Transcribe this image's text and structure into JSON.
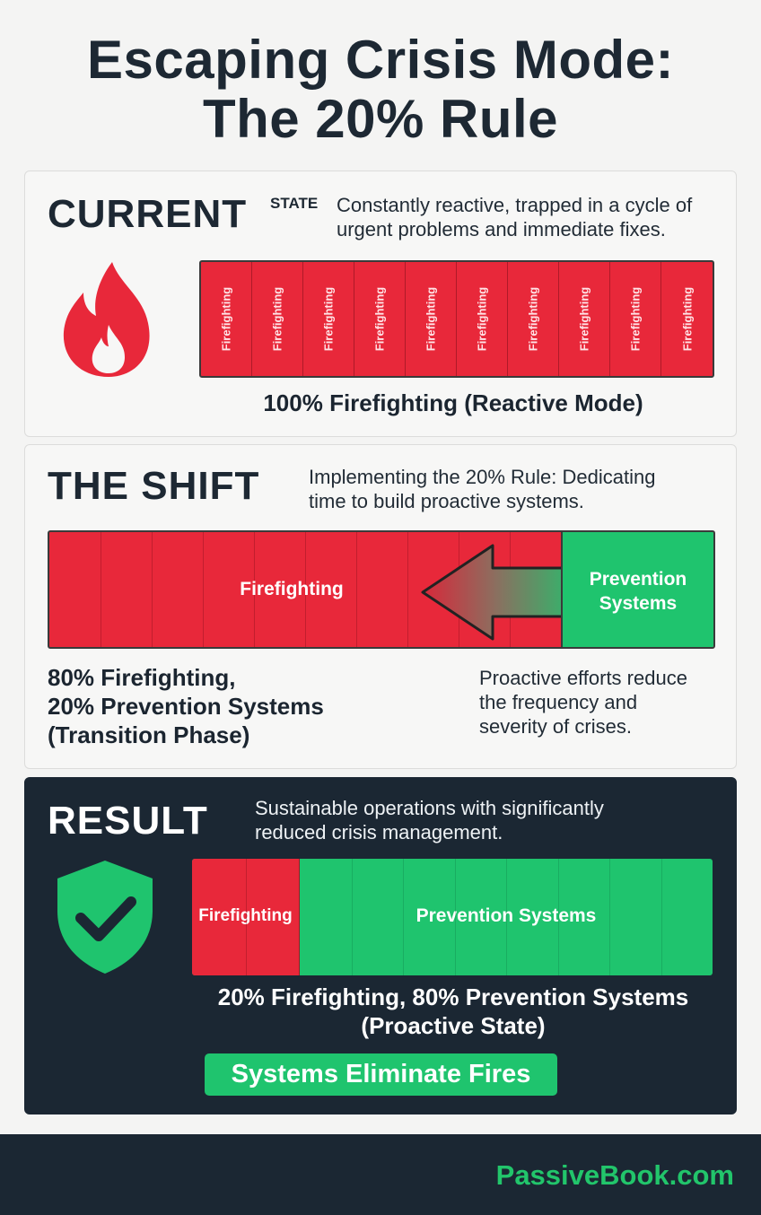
{
  "title_line1": "Escaping Crisis Mode:",
  "title_line2": "The 20% Rule",
  "current": {
    "heading": "CURRENT",
    "heading_sup": "STATE",
    "desc_line1": "Constantly reactive, trapped in a cycle of",
    "desc_line2": "urgent problems and immediate fixes.",
    "segment_label": "Firefighting",
    "segment_count": 10,
    "caption": "100% Firefighting (Reactive Mode)",
    "icon": "fire-icon"
  },
  "shift": {
    "heading": "THE SHIFT",
    "desc_line1": "Implementing the 20% Rule: Dedicating",
    "desc_line2": "time to build proactive systems.",
    "bar_left_label": "Firefighting",
    "bar_right_line1": "Prevention",
    "bar_right_line2": "Systems",
    "firefighting_percent": 80,
    "prevention_percent": 20,
    "caption_line1": "80% Firefighting,",
    "caption_line2": "20% Prevention Systems",
    "caption_line3": "(Transition Phase)",
    "note_line1": "Proactive efforts reduce",
    "note_line2": "the frequency and",
    "note_line3": "severity of crises.",
    "icon": "arrow-left-icon"
  },
  "result": {
    "heading": "RESULT",
    "desc_line1": "Sustainable operations with significantly",
    "desc_line2": "reduced crisis management.",
    "bar_left_label": "Firefighting",
    "bar_right_label": "Prevention Systems",
    "firefighting_percent": 20,
    "prevention_percent": 80,
    "caption_line1": "20% Firefighting, 80% Prevention Systems",
    "caption_line2": "(Proactive State)",
    "badge": "Systems Eliminate Fires",
    "icon": "shield-check-icon"
  },
  "footer": {
    "brand": "PassiveBook.com"
  },
  "colors": {
    "firefighting_red": "#e8283a",
    "prevention_green": "#1fc46e",
    "dark_navy": "#1b2733",
    "brand_green": "#22c56b"
  }
}
